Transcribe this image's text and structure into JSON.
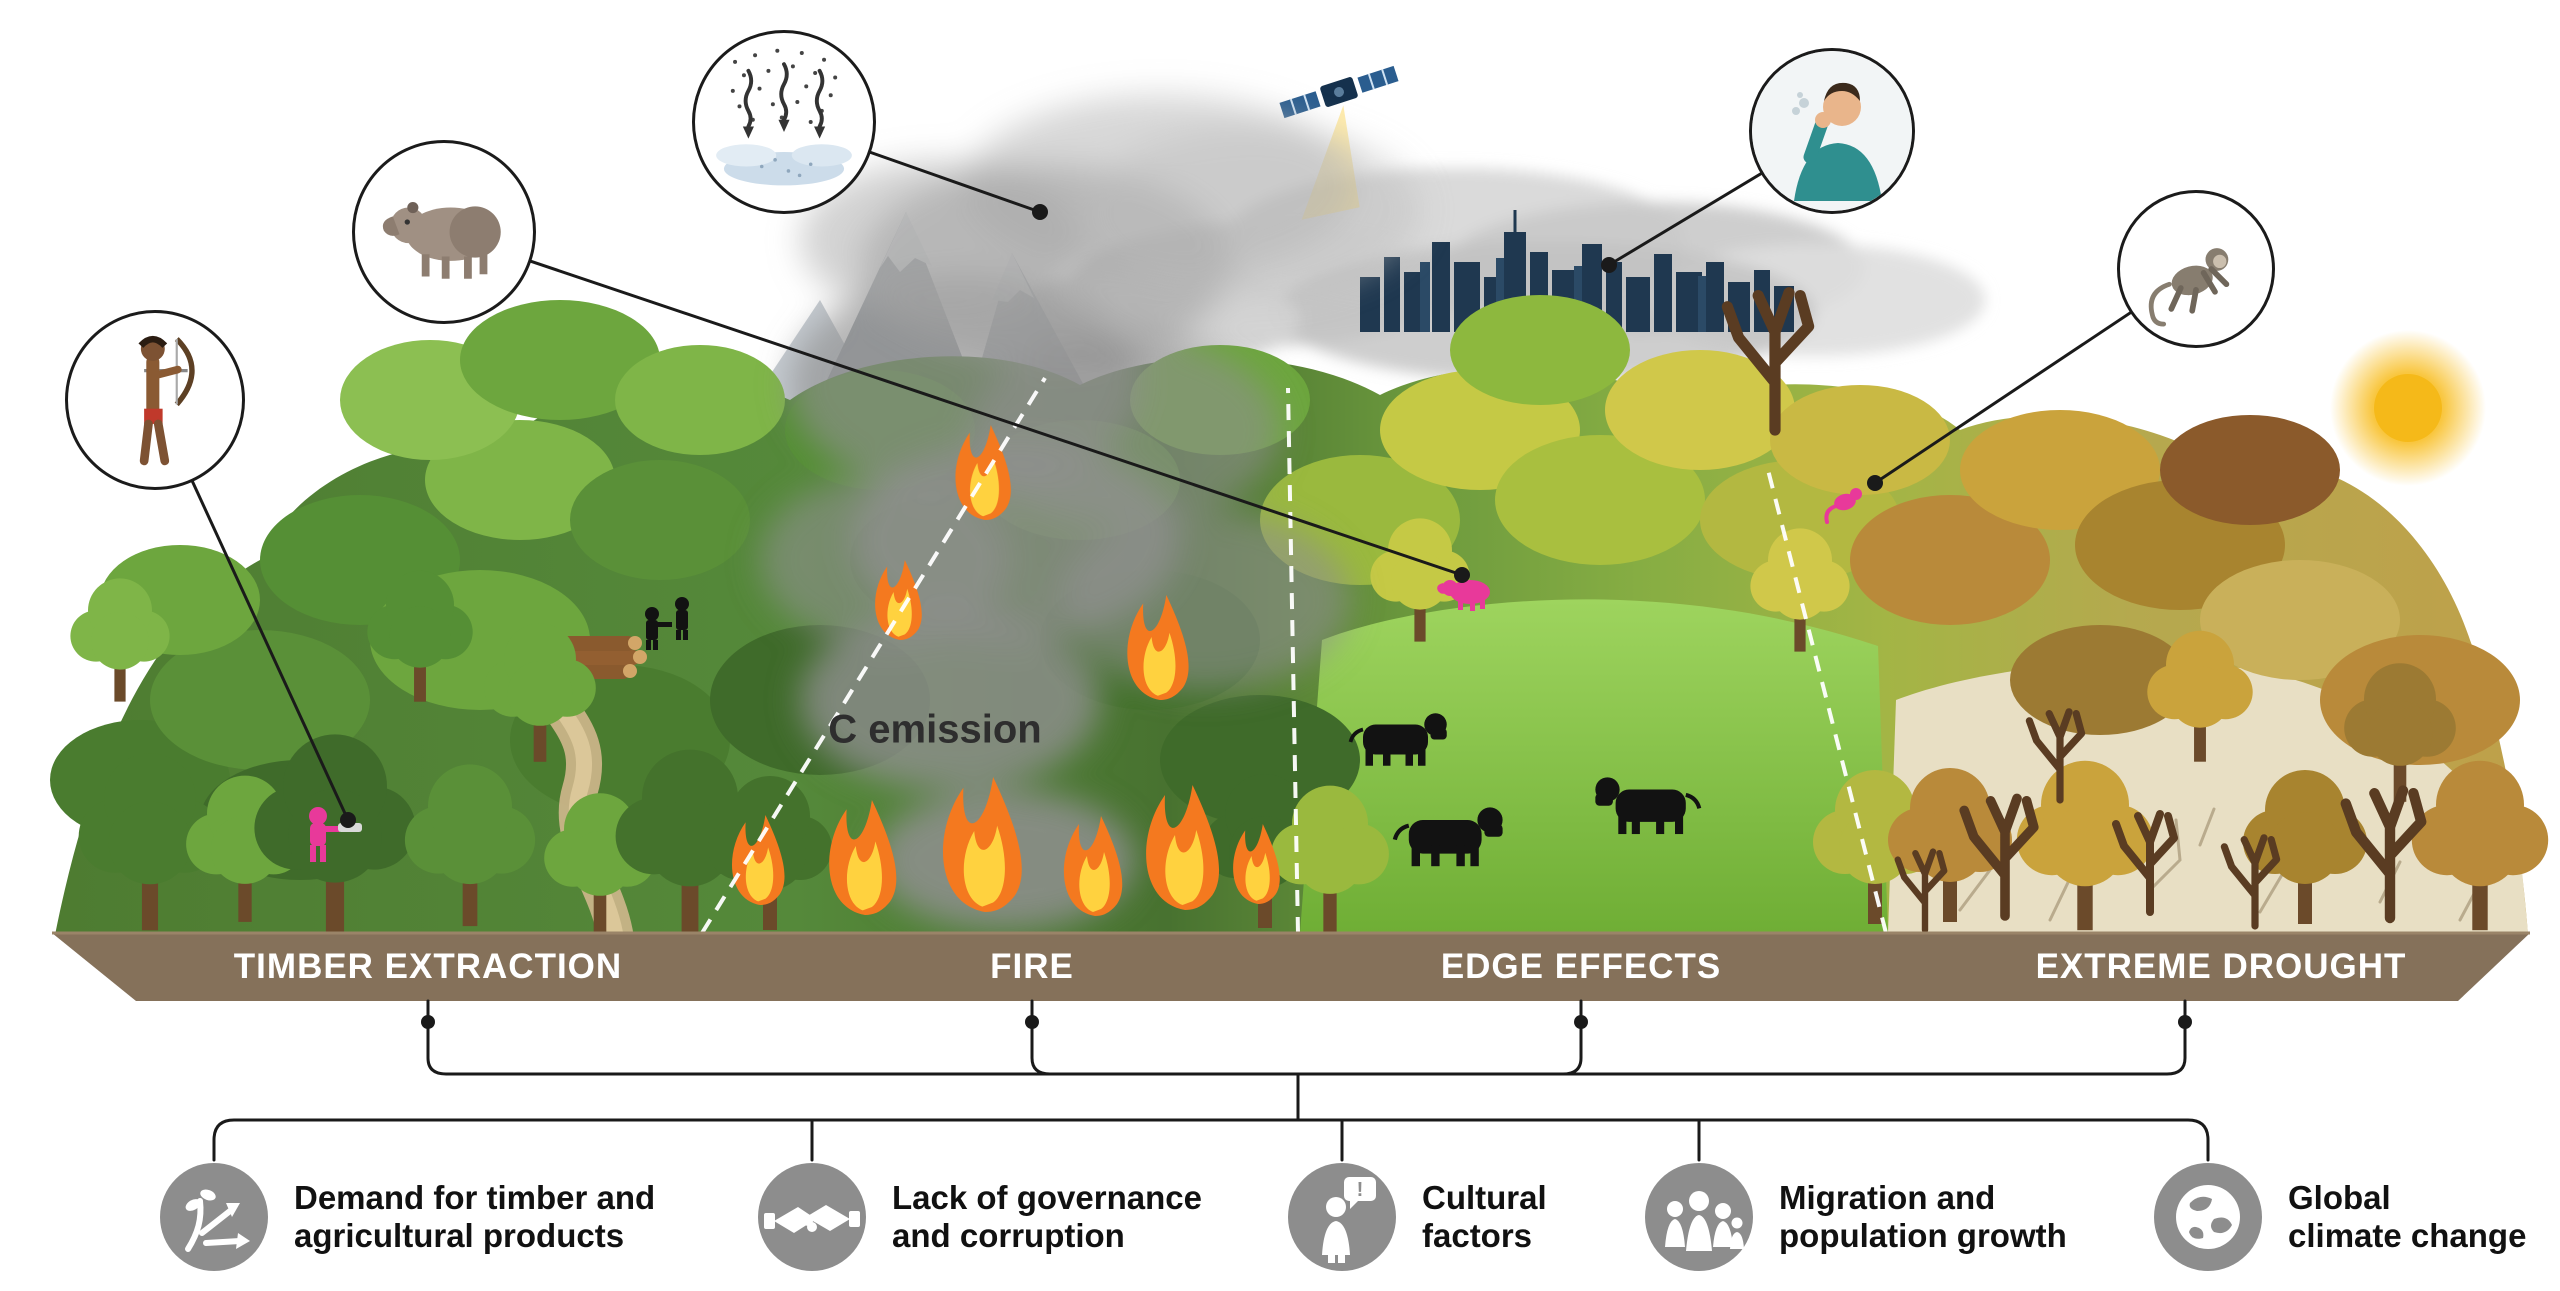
{
  "scene": {
    "c_emission_label": "C emission",
    "sections": [
      {
        "label": "TIMBER EXTRACTION"
      },
      {
        "label": "FIRE"
      },
      {
        "label": "EDGE EFFECTS"
      },
      {
        "label": "EXTREME DROUGHT"
      }
    ],
    "callouts": [
      {
        "name": "indigenous-hunter"
      },
      {
        "name": "tapir"
      },
      {
        "name": "reduced-rainfall"
      },
      {
        "name": "human-health-cough"
      },
      {
        "name": "monkey"
      }
    ],
    "other_icons": [
      "satellite",
      "city-skyline",
      "mountains",
      "sun",
      "cattle",
      "fire-flames",
      "smoke-plume"
    ]
  },
  "drivers": [
    {
      "icon": "timber-demand-icon",
      "lines": [
        "Demand for timber and",
        "agricultural products"
      ]
    },
    {
      "icon": "governance-handshake-icon",
      "lines": [
        "Lack of governance",
        "and corruption"
      ]
    },
    {
      "icon": "cultural-factors-icon",
      "lines": [
        "Cultural",
        "factors"
      ],
      "bubble_mark": "!"
    },
    {
      "icon": "migration-population-icon",
      "lines": [
        "Migration and",
        "population growth"
      ]
    },
    {
      "icon": "global-climate-icon",
      "lines": [
        "Global",
        "climate change"
      ]
    }
  ],
  "colors": {
    "banner_brown": "#85715a",
    "accent_pink": "#e8399a",
    "driver_icon_bg": "#8d8d8d",
    "label_text": "#ffffff",
    "pasture_green": "#7fbf43",
    "fire_orange": "#f4791f"
  }
}
